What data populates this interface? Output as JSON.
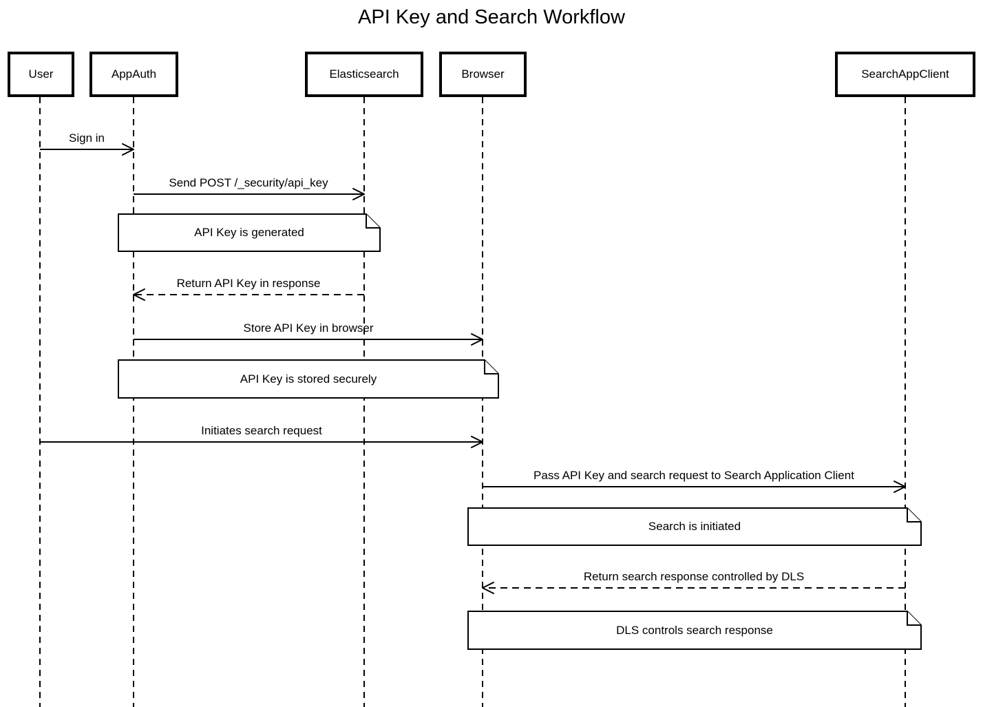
{
  "title": "API Key and Search Workflow",
  "diagram_type": "sequence-diagram",
  "colors": {
    "background": "#ffffff",
    "stroke": "#000000",
    "text": "#000000",
    "actor_fill": "#ffffff",
    "note_fill": "#ffffff"
  },
  "participants": [
    {
      "label": "User"
    },
    {
      "label": "AppAuth"
    },
    {
      "label": "Elasticsearch"
    },
    {
      "label": "Browser"
    },
    {
      "label": "SearchAppClient"
    }
  ],
  "messages": [
    {
      "label": "Sign in",
      "from": "User",
      "to": "AppAuth",
      "line": "solid",
      "arrow": "open"
    },
    {
      "label": "Send POST /_security/api_key",
      "from": "AppAuth",
      "to": "Elasticsearch",
      "line": "solid",
      "arrow": "open"
    },
    {
      "label": "Return API Key in response",
      "from": "Elasticsearch",
      "to": "AppAuth",
      "line": "dashed",
      "arrow": "open"
    },
    {
      "label": "Store API Key in browser",
      "from": "AppAuth",
      "to": "Browser",
      "line": "solid",
      "arrow": "open"
    },
    {
      "label": "Initiates search request",
      "from": "User",
      "to": "Browser",
      "line": "solid",
      "arrow": "open"
    },
    {
      "label": "Pass API Key and search request to Search Application Client",
      "from": "Browser",
      "to": "SearchAppClient",
      "line": "solid",
      "arrow": "open"
    },
    {
      "label": "Return search response controlled by DLS",
      "from": "SearchAppClient",
      "to": "Browser",
      "line": "dashed",
      "arrow": "open"
    }
  ],
  "notes": [
    {
      "label": "API Key is generated",
      "over": [
        "AppAuth",
        "Elasticsearch"
      ]
    },
    {
      "label": "API Key is stored securely",
      "over": [
        "AppAuth",
        "Browser"
      ]
    },
    {
      "label": "Search is initiated",
      "over": [
        "Browser",
        "SearchAppClient"
      ]
    },
    {
      "label": "DLS controls search response",
      "over": [
        "Browser",
        "SearchAppClient"
      ]
    }
  ]
}
